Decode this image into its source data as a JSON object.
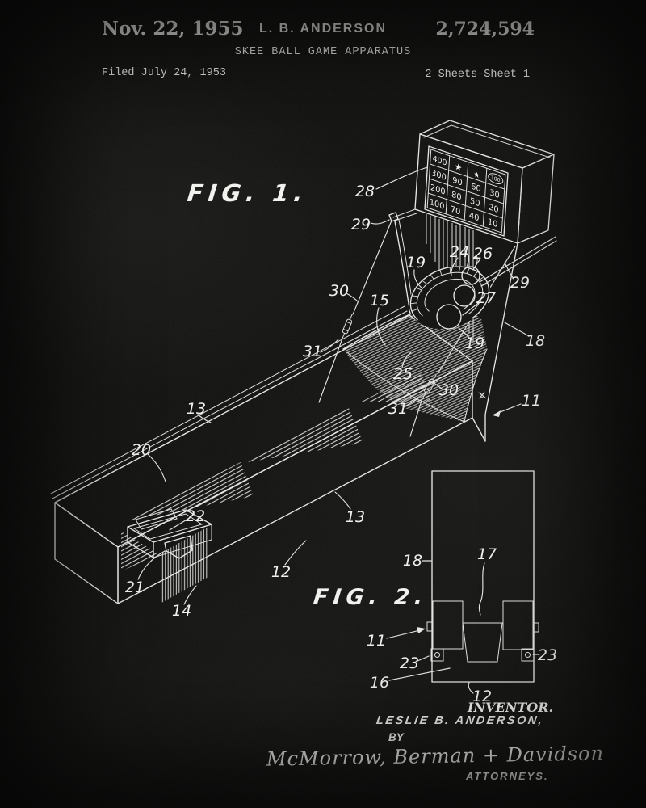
{
  "header": {
    "date": "Nov. 22, 1955",
    "inventor": "L. B. ANDERSON",
    "patent_number": "2,724,594",
    "title": "SKEE BALL GAME APPARATUS",
    "filed": "Filed July 24, 1953",
    "sheets": "2 Sheets-Sheet 1"
  },
  "fig1": {
    "label": "FIG. 1.",
    "scoreboard": {
      "rows": [
        [
          "400",
          "★",
          "★",
          "100"
        ],
        [
          "300",
          "90",
          "60",
          "30"
        ],
        [
          "200",
          "80",
          "50",
          "20"
        ],
        [
          "100",
          "70",
          "40",
          "10"
        ]
      ]
    },
    "callouts": [
      {
        "n": "28"
      },
      {
        "n": "29"
      },
      {
        "n": "24"
      },
      {
        "n": "26"
      },
      {
        "n": "29"
      },
      {
        "n": "19"
      },
      {
        "n": "27"
      },
      {
        "n": "30"
      },
      {
        "n": "15"
      },
      {
        "n": "18"
      },
      {
        "n": "31"
      },
      {
        "n": "25"
      },
      {
        "n": "19"
      },
      {
        "n": "30"
      },
      {
        "n": "31"
      },
      {
        "n": "11"
      },
      {
        "n": "13"
      },
      {
        "n": "20"
      },
      {
        "n": "22"
      },
      {
        "n": "21"
      },
      {
        "n": "14"
      },
      {
        "n": "13"
      },
      {
        "n": "12"
      }
    ]
  },
  "fig2": {
    "label": "FIG. 2.",
    "callouts": [
      {
        "n": "18"
      },
      {
        "n": "17"
      },
      {
        "n": "11"
      },
      {
        "n": "23"
      },
      {
        "n": "23"
      },
      {
        "n": "16"
      },
      {
        "n": "12"
      }
    ]
  },
  "footer": {
    "inventor_caption": "INVENTOR.",
    "inventor_name": "LESLIE B. ANDERSON,",
    "by": "BY",
    "signature": "McMorrow, Berman + Davidson",
    "attorneys": "ATTORNEYS."
  },
  "colors": {
    "background": "#121211",
    "ink": "#e7e7e4"
  }
}
